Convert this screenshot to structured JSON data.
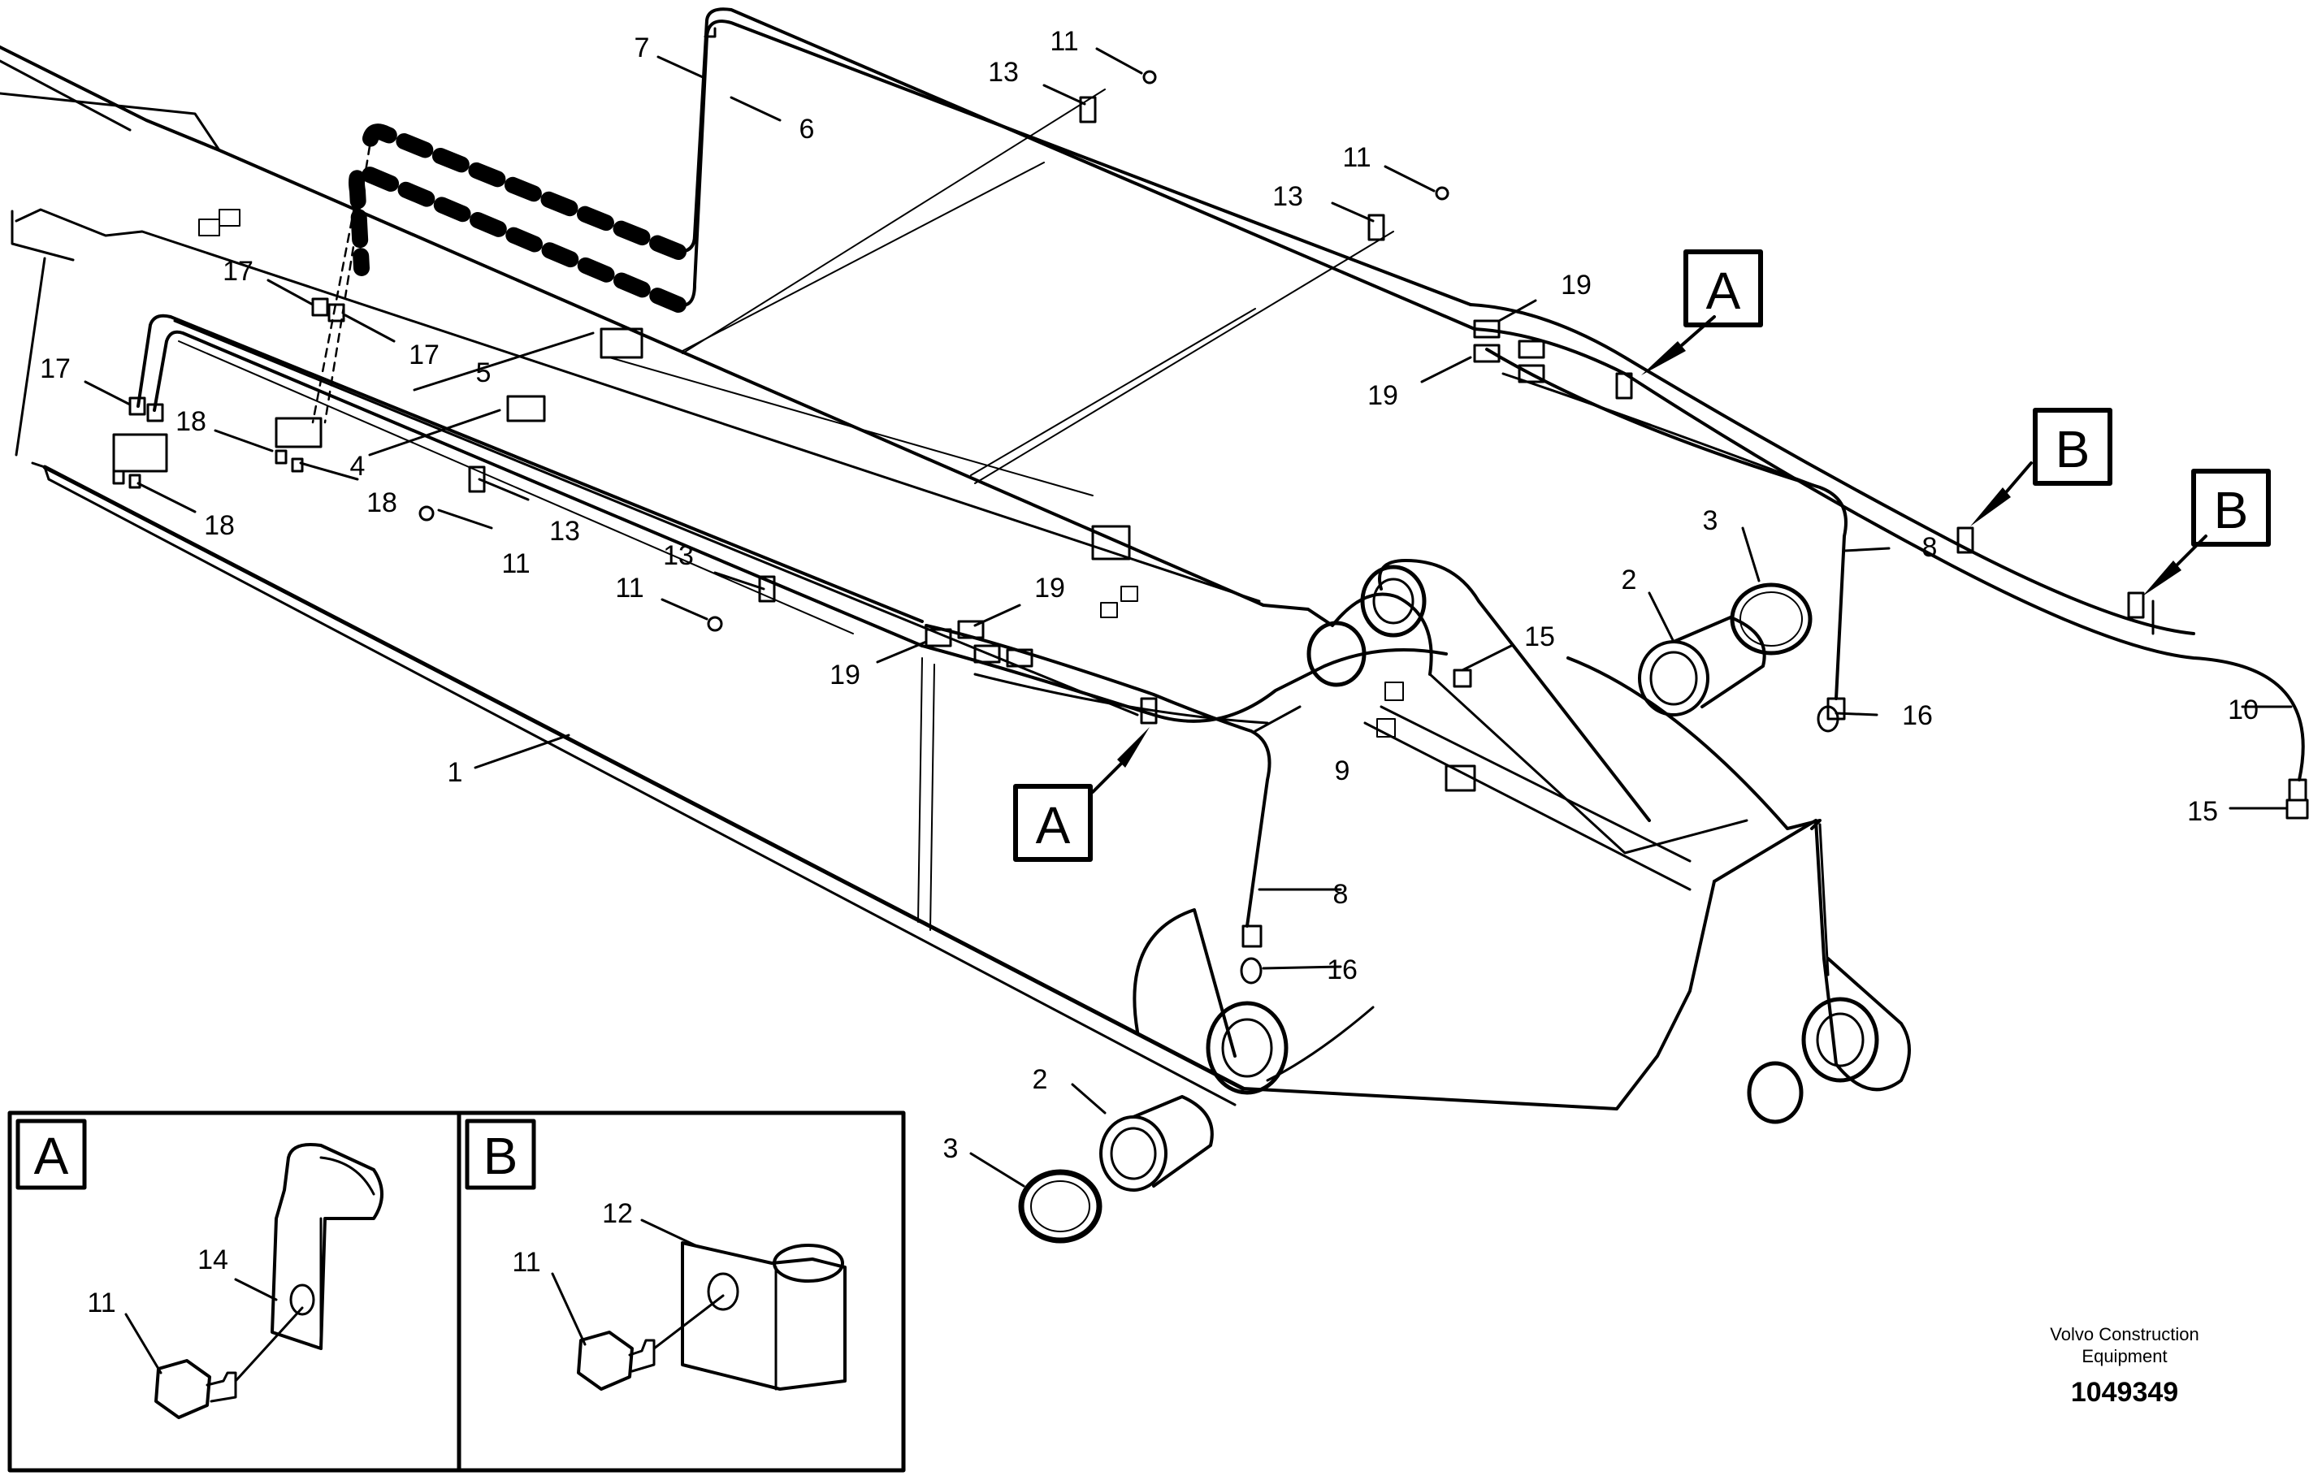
{
  "callouts": {
    "c1": "1",
    "c2a": "2",
    "c2b": "2",
    "c3a": "3",
    "c3b": "3",
    "c4": "4",
    "c5": "5",
    "c6": "6",
    "c7": "7",
    "c8a": "8",
    "c8b": "8",
    "c9": "9",
    "c10": "10",
    "c11a": "11",
    "c11b": "11",
    "c11c": "11",
    "c11d": "11",
    "c11e": "11",
    "c11f": "11",
    "c12": "12",
    "c13a": "13",
    "c13b": "13",
    "c13c": "13",
    "c13d": "13",
    "c14": "14",
    "c15a": "15",
    "c15b": "15",
    "c16a": "16",
    "c16b": "16",
    "c17a": "17",
    "c17b": "17",
    "c17c": "17",
    "c18a": "18",
    "c18b": "18",
    "c18c": "18",
    "c19a": "19",
    "c19b": "19",
    "c19c": "19",
    "c19d": "19"
  },
  "detail_labels": {
    "a_top": "A",
    "b_mid": "B",
    "b_right": "B",
    "a_mid": "A",
    "inset_a": "A",
    "inset_b": "B"
  },
  "footer": {
    "company_line1": "Volvo Construction",
    "company_line2": "Equipment",
    "drawing_number": "1049349"
  }
}
